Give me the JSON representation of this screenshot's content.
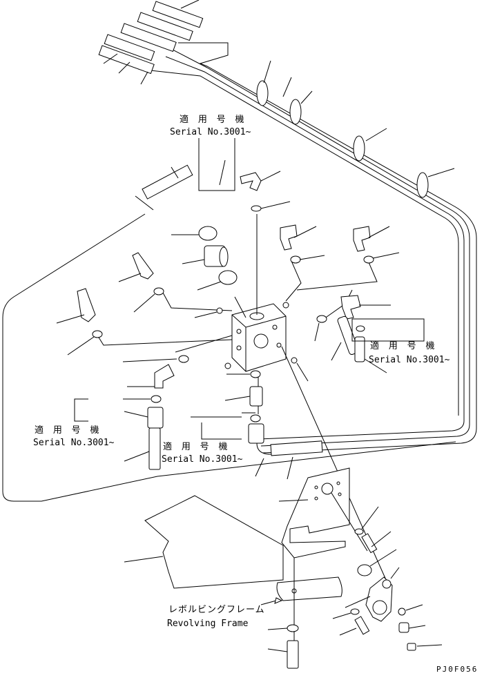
{
  "callouts": [
    {
      "jp": "適 用 号 機",
      "en": "Serial No.3001~"
    },
    {
      "jp": "適 用 号 機",
      "en": "Serial No.3001~"
    },
    {
      "jp": "適 用 号 機",
      "en": "Serial No.3001~"
    },
    {
      "jp": "適 用 号 機",
      "en": "Serial No.3001~"
    }
  ],
  "frame_label": {
    "jp": "レボルビングフレーム",
    "en": "Revolving Frame"
  },
  "drawing_code": "PJ0F056"
}
